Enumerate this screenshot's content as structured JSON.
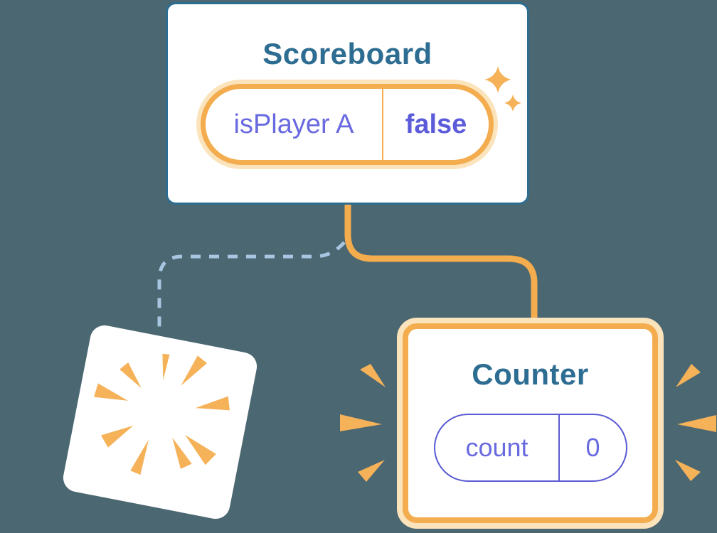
{
  "colors": {
    "background": "#4B6771",
    "steel_blue": "#2E6D92",
    "purple": "#6A6AE0",
    "purple_bold": "#5C5CDB",
    "purple_border": "#5B5BD5",
    "orange": "#F3AC4E",
    "orange_light": "#FBE3BC",
    "burst_orange": "#F5B259",
    "dashed_blue": "#A8C6E2",
    "card_white": "#FFFFFF"
  },
  "scoreboard": {
    "title": "Scoreboard",
    "state": {
      "key": "isPlayer A",
      "value": "false"
    }
  },
  "counter": {
    "title": "Counter",
    "state": {
      "key": "count",
      "value": "0"
    }
  },
  "icons": {
    "sparkles": "sparkles-icon",
    "poof": "poof-burst-icon",
    "emphasis": "emphasis-burst-icon"
  }
}
